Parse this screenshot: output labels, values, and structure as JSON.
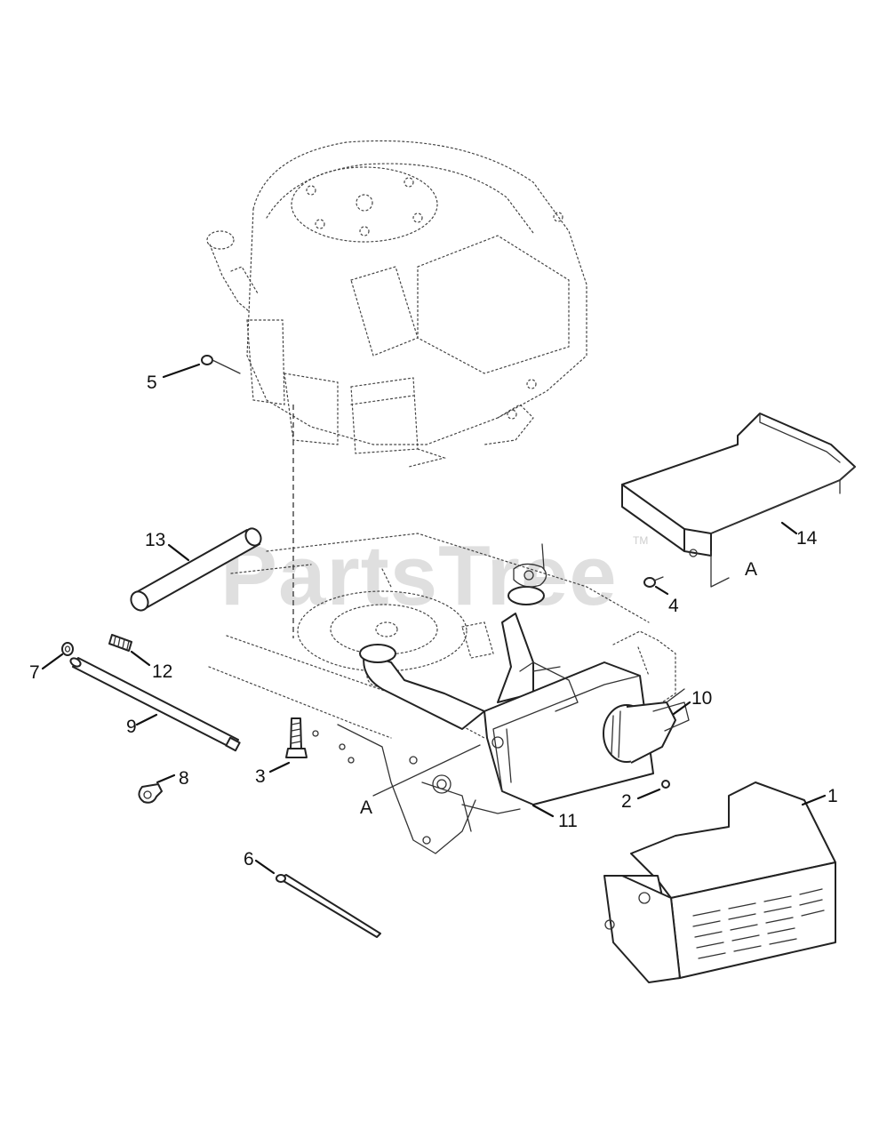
{
  "watermark": {
    "text": "PartsTree",
    "trademark": "TM"
  },
  "callouts": {
    "c1": "1",
    "c2": "2",
    "c3": "3",
    "c4": "4",
    "c5": "5",
    "c6": "6",
    "c7": "7",
    "c8": "8",
    "c9": "9",
    "c10": "10",
    "c11": "11",
    "c12": "12",
    "c13": "13",
    "c14": "14",
    "refA1": "A",
    "refA2": "A"
  }
}
